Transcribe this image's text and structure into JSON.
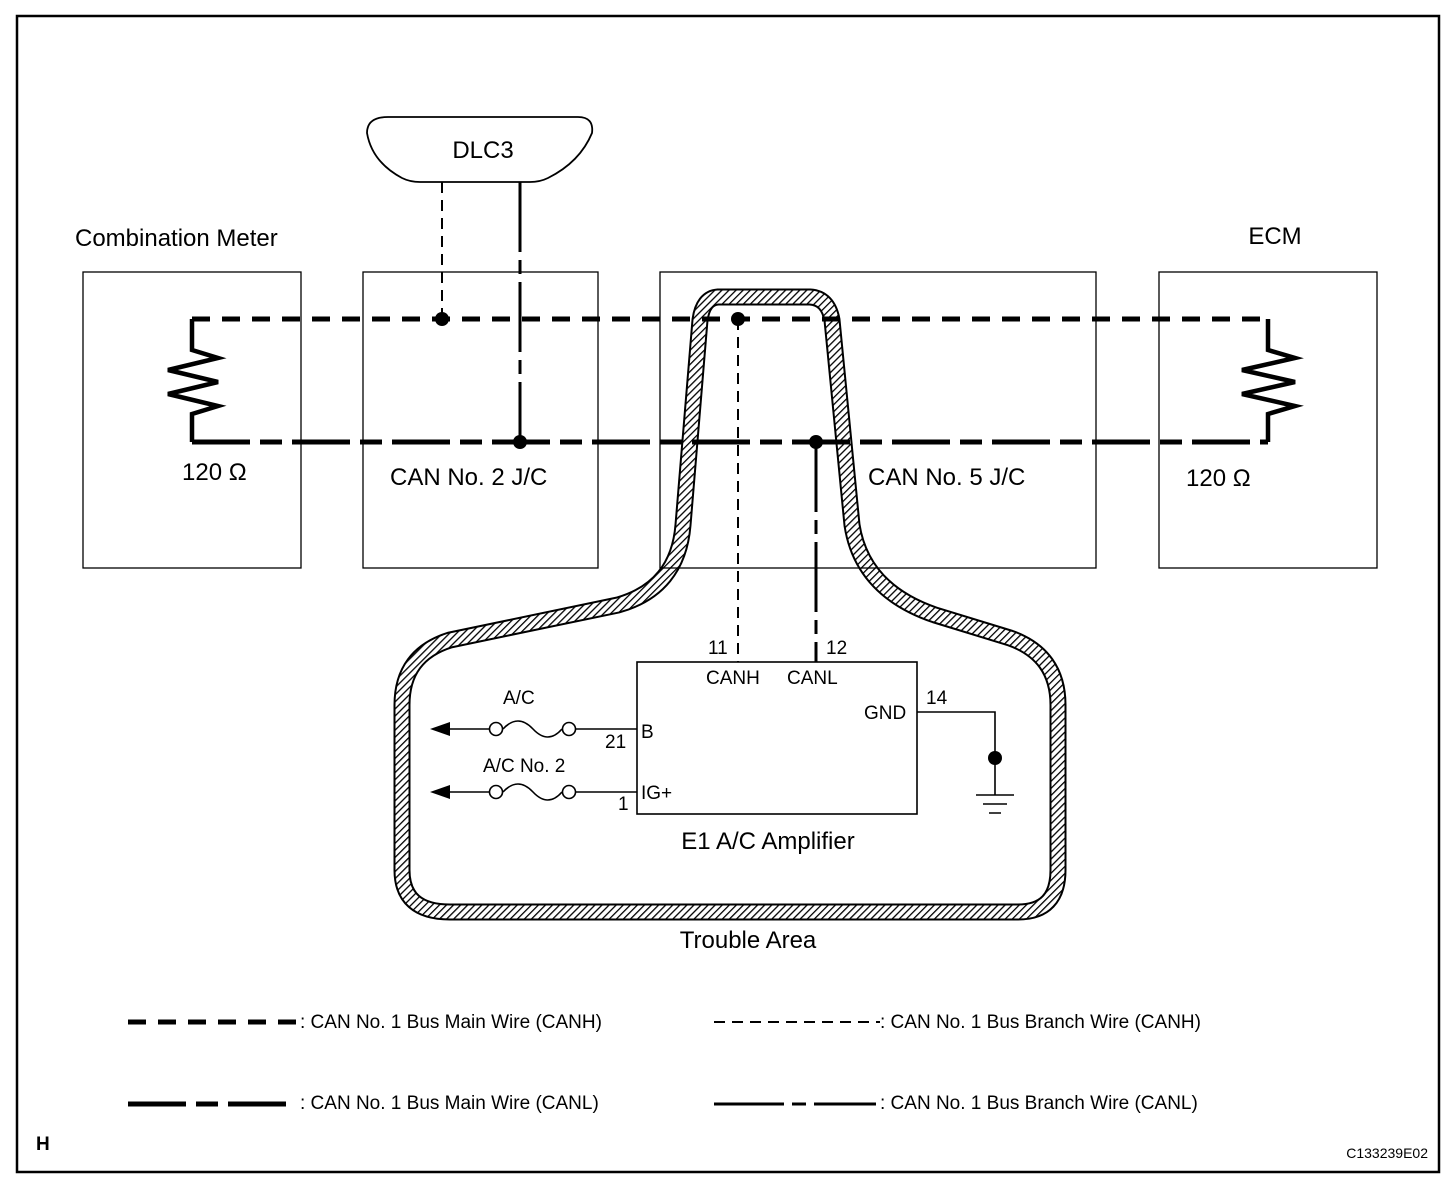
{
  "diagram": {
    "dlc": "DLC3",
    "combination_meter": "Combination Meter",
    "ecm": "ECM",
    "resistor_left": "120 Ω",
    "resistor_right": "120 Ω",
    "can_jc2": "CAN No. 2 J/C",
    "can_jc5": "CAN No. 5 J/C",
    "trouble_area": "Trouble Area",
    "amplifier": {
      "name": "E1  A/C Amplifier",
      "pin_canh_num": "11",
      "pin_canh": "CANH",
      "pin_canl_num": "12",
      "pin_canl": "CANL",
      "pin_gnd_num": "14",
      "pin_gnd": "GND",
      "pin_b_num": "21",
      "pin_b": "B",
      "pin_ig_num": "1",
      "pin_ig": "IG+",
      "fuse_ac": "A/C",
      "fuse_ac2": "A/C No. 2"
    }
  },
  "legend": {
    "main_canh": ": CAN No. 1 Bus Main Wire (CANH)",
    "branch_canh": ": CAN No. 1 Bus Branch Wire (CANH)",
    "main_canl": ": CAN No. 1 Bus Main Wire (CANL)",
    "branch_canl": ": CAN No. 1 Bus Branch Wire (CANL)"
  },
  "footer": {
    "letter": "H",
    "code": "C133239E02"
  }
}
